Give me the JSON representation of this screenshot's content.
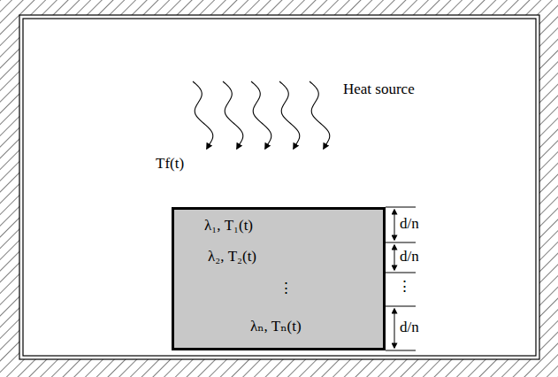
{
  "diagram": {
    "nodes": [
      {
        "text": [
          "λ₁, T₁(t)"
        ]
      },
      {
        "text": [
          "λ₂, T₂(t)"
        ]
      },
      {
        "text": [
          "⋮"
        ]
      },
      {
        "text": [
          "λₙ, Tₙ(t)"
        ]
      }
    ],
    "labels": [
      "Tf(t)",
      "Heat source",
      "d/n",
      "d/n",
      "⋮",
      "d/n"
    ]
  }
}
